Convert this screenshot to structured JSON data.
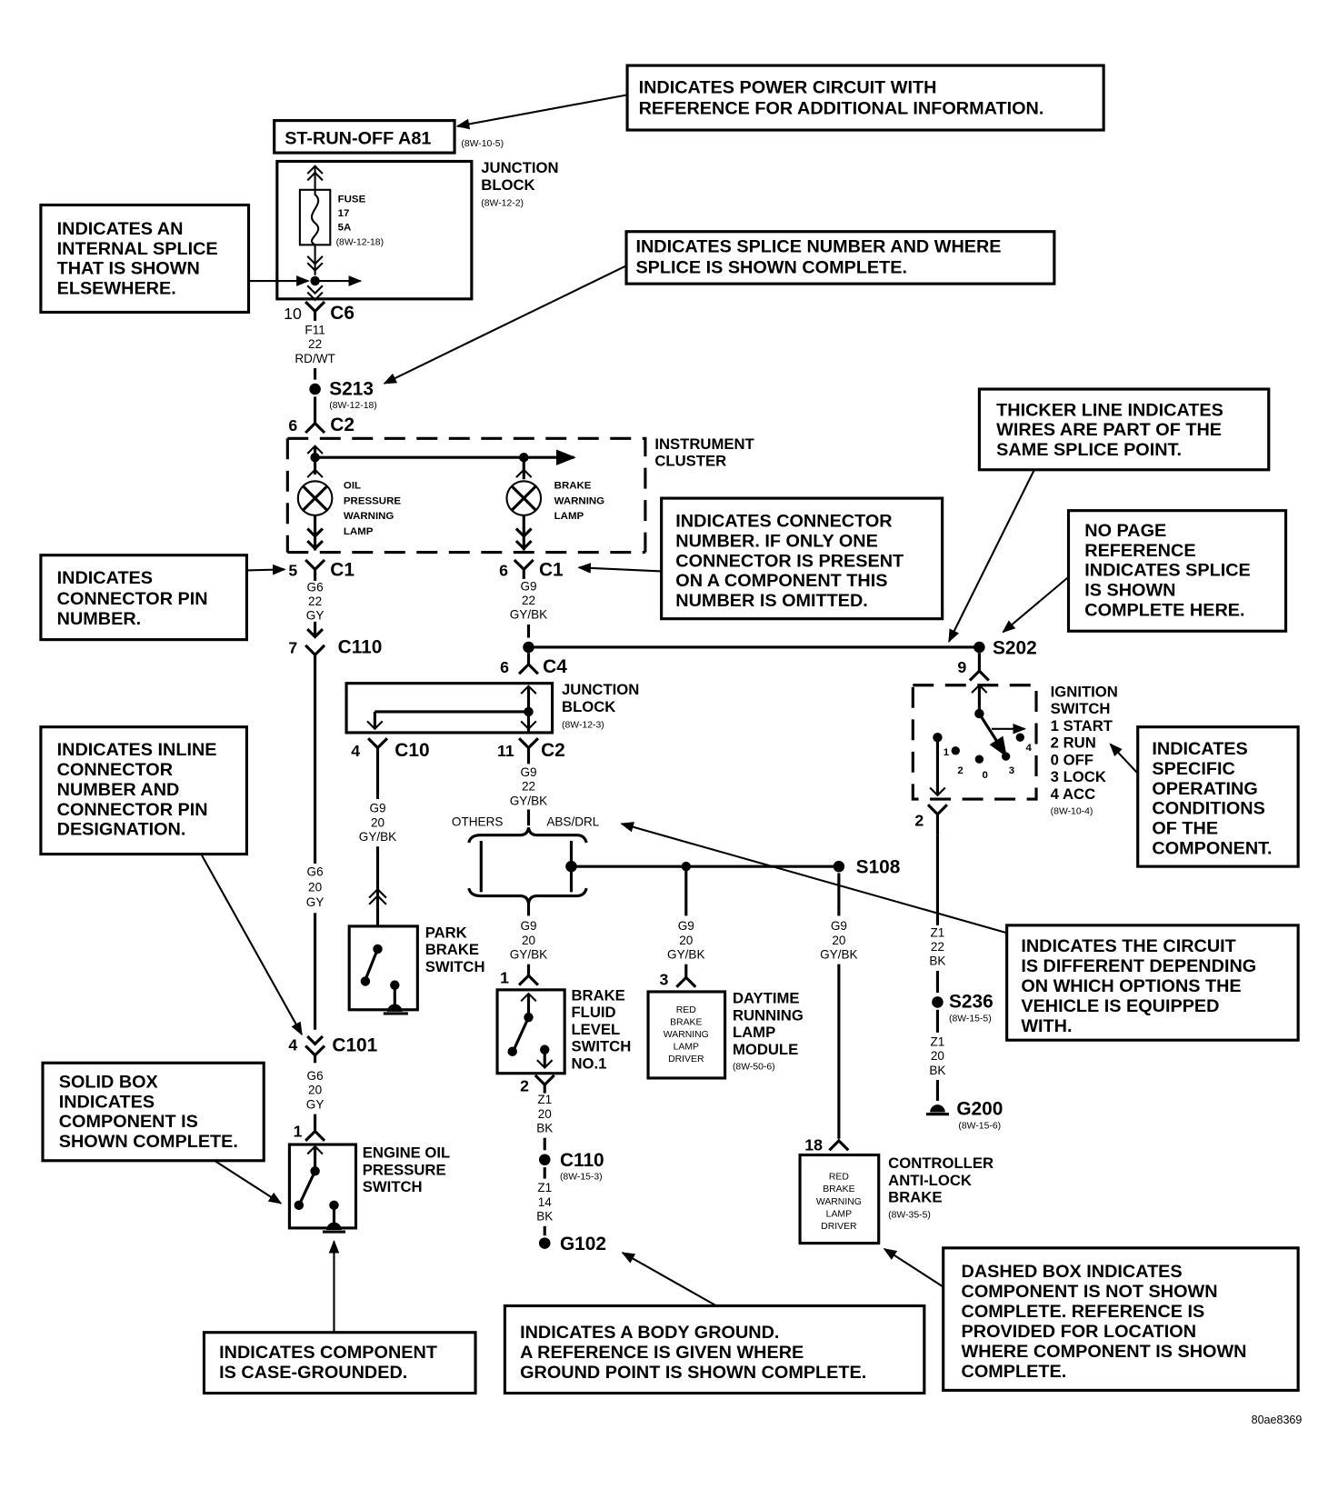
{
  "power": {
    "label": "ST-RUN-OFF A81",
    "ref": "(8W-10-5)"
  },
  "junction_block_top": {
    "name_l1": "JUNCTION",
    "name_l2": "BLOCK",
    "ref": "(8W-12-2)",
    "fuse": {
      "l1": "FUSE",
      "l2": "17",
      "l3": "5A",
      "ref": "(8W-12-18)"
    }
  },
  "c6": {
    "pin": "10",
    "name": "C6",
    "wire": [
      "F11",
      "22",
      "RD/WT"
    ]
  },
  "s213": {
    "name": "S213",
    "ref": "(8W-12-18)"
  },
  "c2_top": {
    "pin": "6",
    "name": "C2"
  },
  "cluster": {
    "name_l1": "INSTRUMENT",
    "name_l2": "CLUSTER",
    "oil_lamp": [
      "OIL",
      "PRESSURE",
      "WARNING",
      "LAMP"
    ],
    "brake_lamp": [
      "BRAKE",
      "WARNING",
      "LAMP"
    ]
  },
  "c1_left": {
    "pin": "5",
    "name": "C1",
    "wire": [
      "G6",
      "22",
      "GY"
    ]
  },
  "c1_right": {
    "pin": "6",
    "name": "C1",
    "wire": [
      "G9",
      "22",
      "GY/BK"
    ]
  },
  "c110_top": {
    "pin": "7",
    "name": "C110"
  },
  "c4": {
    "pin": "6",
    "name": "C4"
  },
  "s202": {
    "name": "S202"
  },
  "junction_block_mid": {
    "name_l1": "JUNCTION",
    "name_l2": "BLOCK",
    "ref": "(8W-12-3)"
  },
  "c10": {
    "pin": "4",
    "name": "C10",
    "wire": [
      "G9",
      "20",
      "GY/BK"
    ]
  },
  "c2_mid": {
    "pin": "11",
    "name": "C2",
    "wire": [
      "G9",
      "22",
      "GY/BK"
    ]
  },
  "options": {
    "others": "OTHERS",
    "abs_drl": "ABS/DRL"
  },
  "s108": {
    "name": "S108"
  },
  "g6_mid_wire": [
    "G6",
    "20",
    "GY"
  ],
  "park_brake": [
    "PARK",
    "BRAKE",
    "SWITCH"
  ],
  "brake_fluid": {
    "pin_top": "1",
    "pin_bot": "2",
    "wire_in": [
      "G9",
      "20",
      "GY/BK"
    ],
    "name": [
      "BRAKE",
      "FLUID",
      "LEVEL",
      "SWITCH",
      "NO.1"
    ],
    "wire_out": [
      "Z1",
      "20",
      "BK"
    ]
  },
  "drl_module": {
    "pin": "3",
    "wire_in": [
      "G9",
      "20",
      "GY/BK"
    ],
    "inner": [
      "RED",
      "BRAKE",
      "WARNING",
      "LAMP",
      "DRIVER"
    ],
    "name": [
      "DAYTIME",
      "RUNNING",
      "LAMP",
      "MODULE"
    ],
    "ref": "(8W-50-6)"
  },
  "abs_wire": [
    "G9",
    "20",
    "GY/BK"
  ],
  "abs_controller": {
    "pin": "18",
    "inner": [
      "RED",
      "BRAKE",
      "WARNING",
      "LAMP",
      "DRIVER"
    ],
    "name": [
      "CONTROLLER",
      "ANTI-LOCK",
      "BRAKE"
    ],
    "ref": "(8W-35-5)"
  },
  "ignition": {
    "pin_top": "9",
    "pin_bot": "2",
    "name": [
      "IGNITION",
      "SWITCH"
    ],
    "positions": [
      "1 START",
      "2 RUN",
      "0 OFF",
      "3 LOCK",
      "4 ACC"
    ],
    "ref": "(8W-10-4)",
    "contacts": [
      "1",
      "2",
      "0",
      "3",
      "4"
    ]
  },
  "z1_upper_wire": [
    "Z1",
    "22",
    "BK"
  ],
  "s236": {
    "name": "S236",
    "ref": "(8W-15-5)"
  },
  "z1_lower_wire": [
    "Z1",
    "20",
    "BK"
  ],
  "g200": {
    "name": "G200",
    "ref": "(8W-15-6)"
  },
  "c101": {
    "pin": "4",
    "name": "C101",
    "wire": [
      "G6",
      "20",
      "GY"
    ]
  },
  "engine_oil": {
    "pin": "1",
    "name": [
      "ENGINE OIL",
      "PRESSURE",
      "SWITCH"
    ]
  },
  "c110_bot": {
    "name": "C110",
    "ref": "(8W-15-3)",
    "wire": [
      "Z1",
      "14",
      "BK"
    ]
  },
  "g102": {
    "name": "G102"
  },
  "callouts": {
    "power": [
      "INDICATES POWER CIRCUIT WITH",
      "REFERENCE FOR ADDITIONAL INFORMATION."
    ],
    "internal_splice": [
      "INDICATES AN",
      "INTERNAL SPLICE",
      "THAT IS SHOWN",
      "ELSEWHERE."
    ],
    "splice_number": [
      "INDICATES SPLICE NUMBER AND WHERE",
      "SPLICE IS SHOWN COMPLETE."
    ],
    "thicker_line": [
      "THICKER LINE INDICATES",
      "WIRES ARE PART OF THE",
      "SAME SPLICE POINT."
    ],
    "connector_number": [
      "INDICATES CONNECTOR",
      "NUMBER.  IF ONLY ONE",
      "CONNECTOR IS PRESENT",
      "ON A COMPONENT THIS",
      "NUMBER IS OMITTED."
    ],
    "no_page_ref": [
      "NO PAGE",
      "REFERENCE",
      "INDICATES SPLICE",
      "IS SHOWN",
      "COMPLETE HERE."
    ],
    "pin_number": [
      "INDICATES",
      "CONNECTOR PIN",
      "NUMBER."
    ],
    "inline_connector": [
      "INDICATES INLINE",
      "CONNECTOR",
      "NUMBER AND",
      "CONNECTOR PIN",
      "DESIGNATION."
    ],
    "operating_conditions": [
      "INDICATES",
      "SPECIFIC",
      "OPERATING",
      "CONDITIONS",
      "OF THE",
      "COMPONENT."
    ],
    "options_circuit": [
      "INDICATES THE CIRCUIT",
      "IS DIFFERENT DEPENDING",
      "ON WHICH OPTIONS THE",
      "VEHICLE IS EQUIPPED",
      "WITH."
    ],
    "solid_box": [
      "SOLID BOX",
      "INDICATES",
      "COMPONENT IS",
      "SHOWN COMPLETE."
    ],
    "case_grounded": [
      "INDICATES COMPONENT",
      "IS CASE-GROUNDED."
    ],
    "body_ground": [
      "INDICATES A BODY GROUND.",
      "A REFERENCE IS GIVEN WHERE",
      "GROUND POINT IS SHOWN COMPLETE."
    ],
    "dashed_box": [
      "DASHED BOX INDICATES",
      "COMPONENT IS NOT SHOWN",
      "COMPLETE.  REFERENCE IS",
      "PROVIDED FOR LOCATION",
      "WHERE COMPONENT IS SHOWN",
      "COMPLETE."
    ]
  },
  "figure_id": "80ae8369"
}
